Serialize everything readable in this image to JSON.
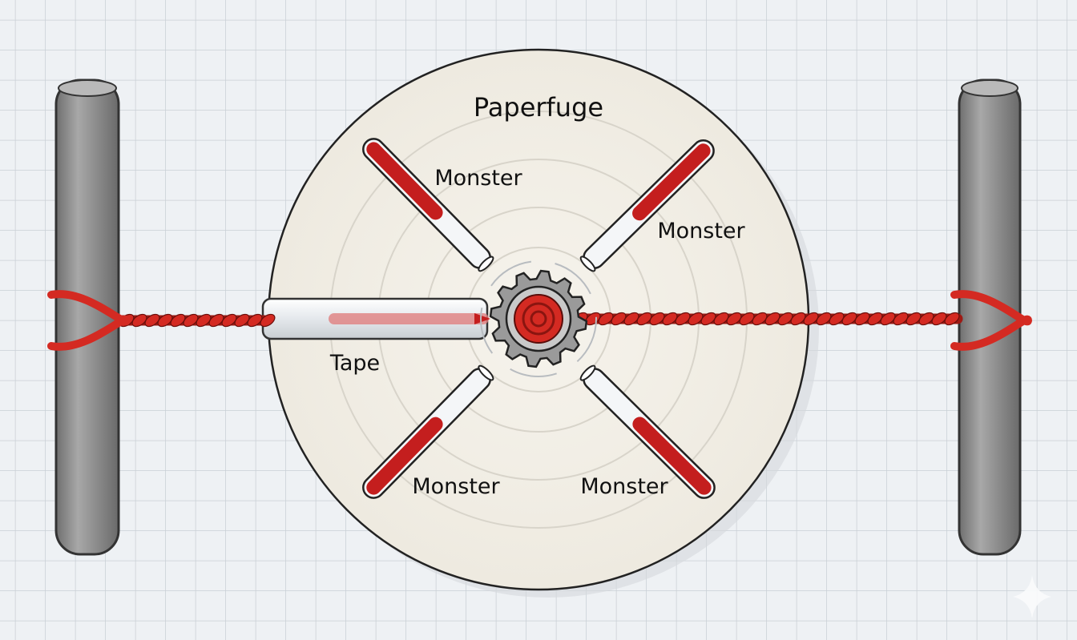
{
  "diagram": {
    "title": "Paperfuge",
    "labels": {
      "tube_top_left": "Monster",
      "tube_top_right": "Monster",
      "tube_bottom_left": "Monster",
      "tube_bottom_right": "Monster",
      "tape": "Tape"
    },
    "colors": {
      "background": "#eef1f4",
      "grid": "#c9cfd5",
      "disc": "#f3f0e8",
      "rope": "#d42a22",
      "liquid": "#c41e1e",
      "post": "#8e8e8e",
      "gear": "#9a9a9a"
    }
  }
}
